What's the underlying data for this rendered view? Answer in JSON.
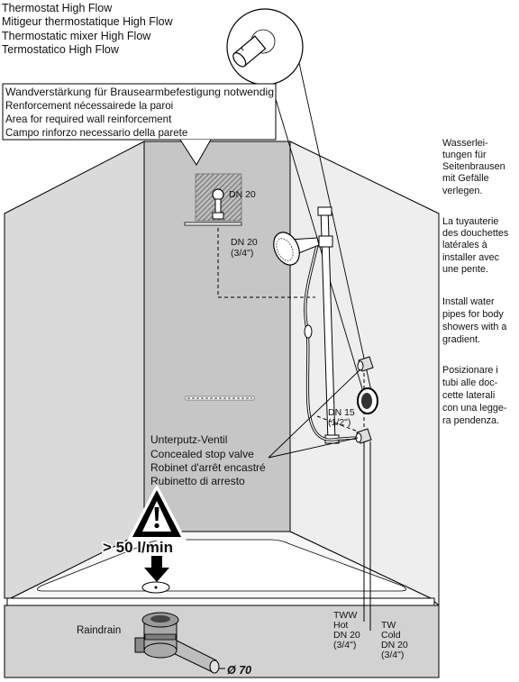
{
  "title_block": {
    "lines": [
      "Thermostat High Flow",
      "Mitigeur thermostatique High Flow",
      "Thermostatic mixer High Flow",
      "Termostatico High Flow"
    ]
  },
  "reinforcement_callout": {
    "lines": [
      "Wandverstärkung für Brausearmbefestigung notwendig",
      "Renforcement nécessairede la paroi",
      "Area for required wall reinforcement",
      "Campo rinforzo necessario della parete"
    ]
  },
  "pipe_slope_note": {
    "de": [
      "Wasserlei-",
      "tungen für",
      "Seitenbrausen",
      "mit Gefälle",
      "verlegen."
    ],
    "fr": [
      "La tuyauterie",
      "des douchettes",
      "latérales à",
      "installer avec",
      "une pente."
    ],
    "en": [
      "Install water",
      "pipes for body",
      "showers with a",
      "gradient."
    ],
    "it": [
      "Posizionare i",
      "tubi alle doc-",
      "cette laterali",
      "con una legge-",
      "ra pendenza."
    ]
  },
  "labels": {
    "shower_arm_dn": "DN 20",
    "overhead_supply": {
      "dn": "DN 20",
      "inch": "(3/4\")"
    },
    "body_shower_supply": {
      "dn": "DN 15",
      "inch": "(1/2\")"
    },
    "stop_valve": [
      "Unterputz-Ventil",
      "Concealed stop valve",
      "Robinet d'arrêt encastré",
      "Rubinetto di arresto"
    ],
    "min_drain_flow": "> 50 l/min",
    "drain_name": "Raindrain",
    "drain_diameter": "Ø 70",
    "hot_supply": [
      "TWW",
      "Hot",
      "DN 20",
      "(3/4\")"
    ],
    "cold_supply": [
      "TW",
      "Cold",
      "DN 20",
      "(3/4\")"
    ]
  },
  "colors": {
    "left_wall": "#dadada",
    "back_wall": "#c6c6c6",
    "right_wall": "#eeeeee",
    "base": "#d2d2d2",
    "tray": "#f7f7f7",
    "reinforcement_hatch": "#bdbdbd"
  }
}
